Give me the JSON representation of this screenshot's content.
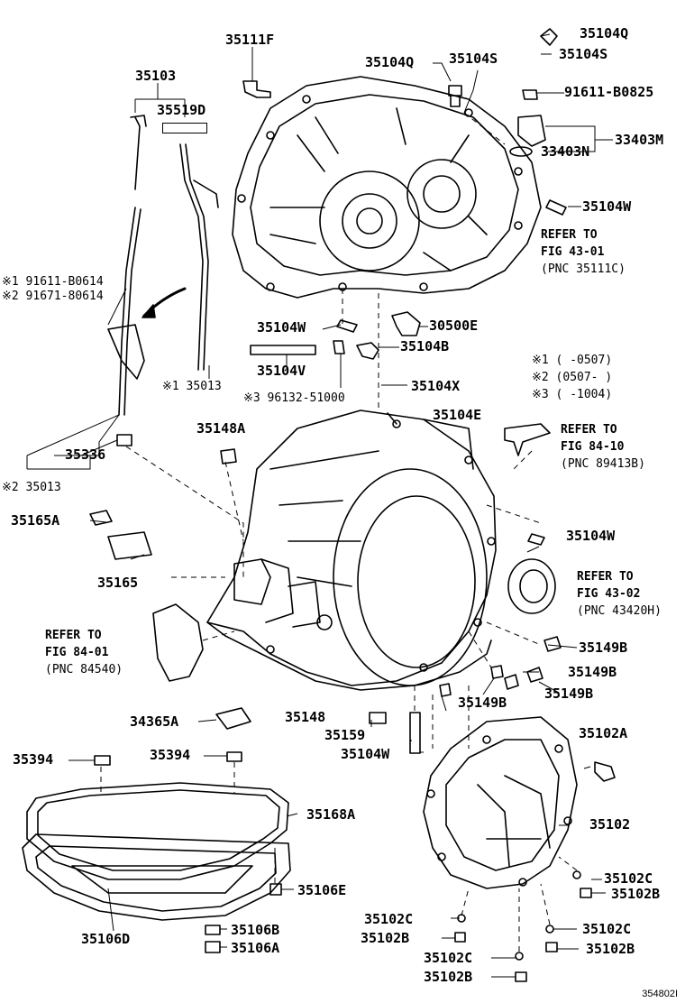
{
  "labels": {
    "p35111F": "35111F",
    "p35103": "35103",
    "p35519D": "35519D",
    "p35104Q_a": "35104Q",
    "p35104S_a": "35104S",
    "p35104Q_b": "35104Q",
    "p35104S_b": "35104S",
    "p91611B0825": "91611-B0825",
    "p33403M": "33403M",
    "p33403N": "33403N",
    "p35104W_a": "35104W",
    "p91611B0614": "※1 91611-B0614",
    "p91671B0614": "※2 91671-80614",
    "p35104W_b": "35104W",
    "p30500E": "30500E",
    "p35104V": "35104V",
    "p35104B": "35104B",
    "p35013_a": "※1 35013",
    "p96132": "※3 96132-51000",
    "p35104X": "35104X",
    "p35104E": "35104E",
    "p35148A": "35148A",
    "p35336": "35336",
    "p35013_b": "※2 35013",
    "p35165A": "35165A",
    "p35165": "35165",
    "p35104W_c": "35104W",
    "p35149B_a": "35149B",
    "p35149B_b": "35149B",
    "p35149B_c": "35149B",
    "p35149B_d": "35149B",
    "p34365A": "34365A",
    "p35148": "35148",
    "p35159": "35159",
    "p35104W_d": "35104W",
    "p35102A": "35102A",
    "p35394_a": "35394",
    "p35394_b": "35394",
    "p35168A": "35168A",
    "p35102": "35102",
    "p35106E": "35106E",
    "p35102C_a": "35102C",
    "p35102B_a": "35102B",
    "p35106D": "35106D",
    "p35106B": "35106B",
    "p35106A": "35106A",
    "p35102C_b": "35102C",
    "p35102B_b": "35102B",
    "p35102C_c": "35102C",
    "p35102B_c": "35102B",
    "p35102C_d": "35102C",
    "p35102B_d": "35102B"
  },
  "refs": {
    "ref1": [
      "REFER TO",
      "FIG 43-01",
      "(PNC 35111C)"
    ],
    "ref2": [
      "REFER TO",
      "FIG 84-10",
      "(PNC 89413B)"
    ],
    "ref3": [
      "REFER TO",
      "FIG 43-02",
      "(PNC 43420H)"
    ],
    "ref4": [
      "REFER TO",
      "FIG 84-01",
      "(PNC 84540)"
    ]
  },
  "legend": {
    "l1": "※1 (      -0507)",
    "l2": "※2 (0507-      )",
    "l3": "※3 (     -1004)"
  },
  "figure_number": "354802I"
}
